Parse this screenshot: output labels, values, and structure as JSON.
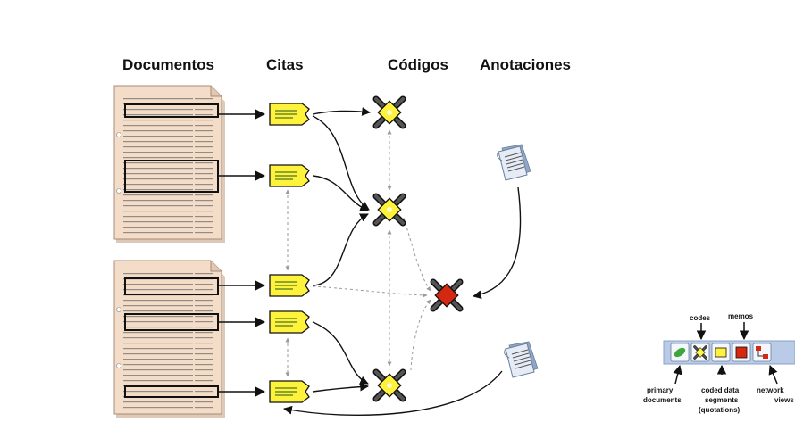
{
  "headers": {
    "documents": "Documentos",
    "quotes": "Citas",
    "codes": "Códigos",
    "annotations": "Anotaciones"
  },
  "toolbar_labels": {
    "codes": "codes",
    "memos": "memos",
    "primary_line1": "primary",
    "primary_line2": "documents",
    "coded_line1": "coded data",
    "coded_line2": "segments",
    "coded_line3": "(quotations)",
    "network_line1": "network",
    "network_line2": "views"
  },
  "colors": {
    "document_paper": "#f3dcc8",
    "quote_fill": "#fff23a",
    "code_fill": "#fff23a",
    "central_code_fill": "#d42810",
    "toolbar_bg": "#b9cbe6",
    "arrow": "#111111",
    "dashed_link": "#999999"
  }
}
